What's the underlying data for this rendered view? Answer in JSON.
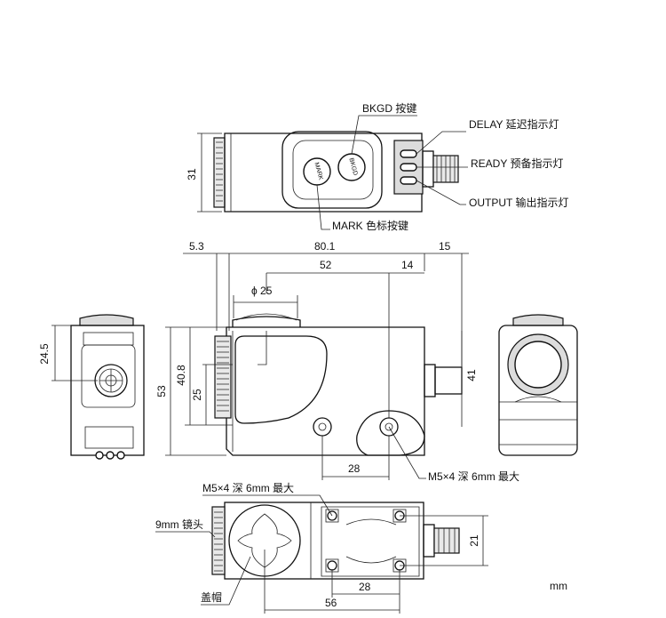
{
  "labels": {
    "bkgd_button": "BKGD 按键",
    "delay_indicator": "DELAY 延迟指示灯",
    "ready_indicator": "READY 预备指示灯",
    "output_indicator": "OUTPUT 输出指示灯",
    "mark_button": "MARK 色标按键",
    "mount_hole_side": "M5×4 深 6mm 最大",
    "mount_hole_bottom": "M5×4 深 6mm 最大",
    "lens": "9mm 镜头",
    "cap": "盖帽",
    "unit": "mm",
    "button_mark": "MARK",
    "button_bkgd": "BKGD"
  },
  "dimensions": {
    "top_height": "31",
    "d_5_3": "5.3",
    "d_80_1": "80.1",
    "d_15": "15",
    "d_52": "52",
    "d_14": "14",
    "d_phi25": "ϕ 25",
    "d_24_5": "24.5",
    "d_53": "53",
    "d_40_8": "40.8",
    "d_25": "25",
    "d_41": "41",
    "d_28_side": "28",
    "d_21": "21",
    "d_28_bottom": "28",
    "d_56": "56"
  }
}
